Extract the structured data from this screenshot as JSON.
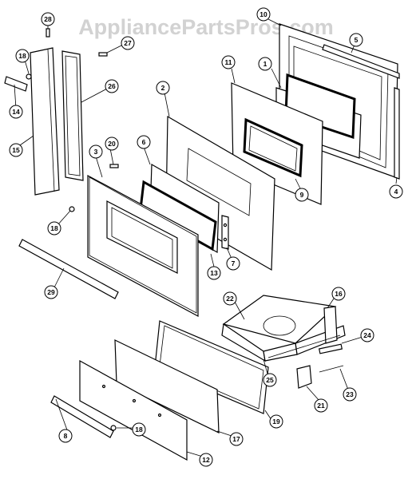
{
  "watermark": "AppliancePartsPros.com",
  "callouts": [
    "1",
    "2",
    "3",
    "4",
    "5",
    "6",
    "7",
    "8",
    "9",
    "10",
    "11",
    "12",
    "13",
    "14",
    "15",
    "16",
    "17",
    "18",
    "18",
    "18",
    "19",
    "20",
    "21",
    "22",
    "23",
    "24",
    "25",
    "26",
    "27",
    "28",
    "29"
  ]
}
